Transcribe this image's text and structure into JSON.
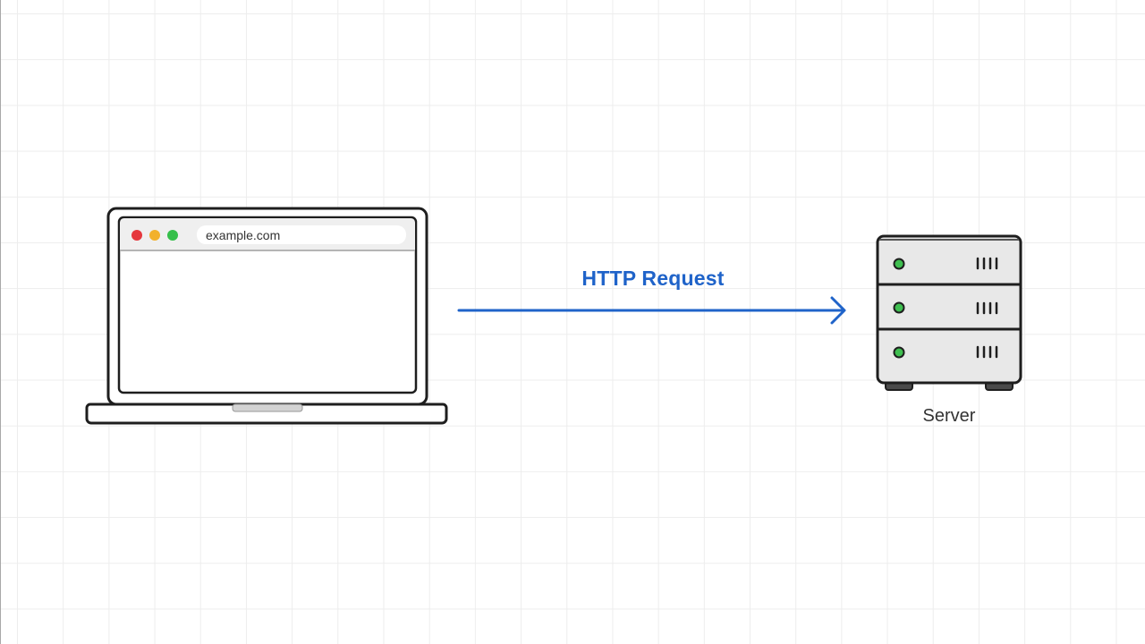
{
  "client": {
    "address_bar": "example.com",
    "window_buttons": [
      "close",
      "minimize",
      "maximize"
    ]
  },
  "connection": {
    "label": "HTTP Request"
  },
  "server": {
    "label": "Server",
    "unit_count": 3
  },
  "colors": {
    "accent": "#1f63c9",
    "outline": "#1e1e1e",
    "close_dot": "#e5373d",
    "minimize_dot": "#f2b12c",
    "maximize_dot": "#35bf4a",
    "status_led": "#3fbf50",
    "server_fill": "#e8e8e8"
  }
}
